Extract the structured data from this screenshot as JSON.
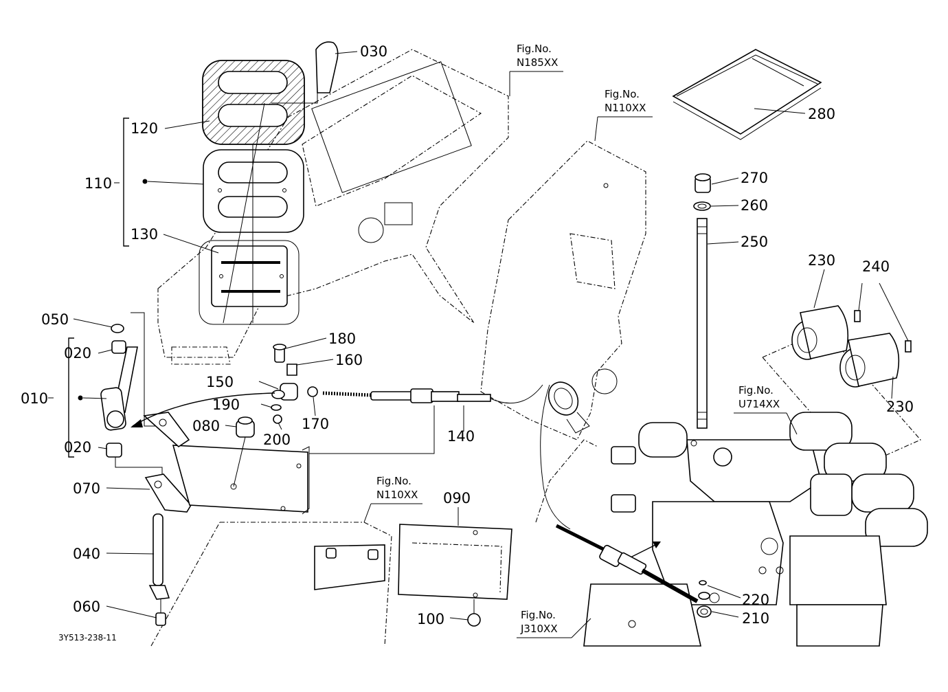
{
  "diagram": {
    "code": "3Y513-238-11",
    "part_labels": [
      "010",
      "020",
      "020",
      "030",
      "040",
      "050",
      "060",
      "070",
      "080",
      "090",
      "100",
      "110",
      "120",
      "130",
      "140",
      "150",
      "160",
      "170",
      "180",
      "190",
      "200",
      "210",
      "220",
      "230",
      "230",
      "240",
      "250",
      "260",
      "270",
      "280"
    ],
    "figure_refs": [
      {
        "title": "Fig.No.",
        "code": "N185XX"
      },
      {
        "title": "Fig.No.",
        "code": "N110XX"
      },
      {
        "title": "Fig.No.",
        "code": "U714XX"
      },
      {
        "title": "Fig.No.",
        "code": "N110XX"
      },
      {
        "title": "Fig.No.",
        "code": "J310XX"
      }
    ]
  }
}
